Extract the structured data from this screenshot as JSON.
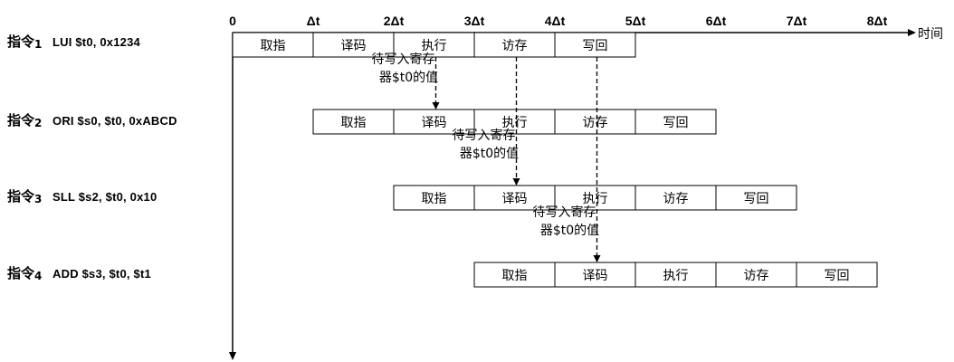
{
  "time_axis": {
    "tick_labels": [
      "0",
      "Δt",
      "2Δt",
      "3Δt",
      "4Δt",
      "5Δt",
      "6Δt",
      "7Δt",
      "8Δt"
    ],
    "axis_label": "时间"
  },
  "instructions": [
    {
      "prefix": "指令",
      "index": "1",
      "code": "LUI $t0,  0x1234",
      "start": 0,
      "stages": [
        "取指",
        "译码",
        "执行",
        "访存",
        "写回"
      ]
    },
    {
      "prefix": "指令",
      "index": "2",
      "code": "ORI $s0,  $t0,  0xABCD",
      "start": 1,
      "stages": [
        "取指",
        "译码",
        "执行",
        "访存",
        "写回"
      ]
    },
    {
      "prefix": "指令",
      "index": "3",
      "code": "SLL $s2,  $t0,  0x10",
      "start": 2,
      "stages": [
        "取指",
        "译码",
        "执行",
        "访存",
        "写回"
      ]
    },
    {
      "prefix": "指令",
      "index": "4",
      "code": "ADD $s3,  $t0,  $t1",
      "start": 3,
      "stages": [
        "取指",
        "译码",
        "执行",
        "访存",
        "写回"
      ]
    }
  ],
  "dependency_notes": [
    {
      "line1": "待写入寄存",
      "line2": "器$t0的值"
    },
    {
      "line1": "待写入寄存",
      "line2": "器$t0的值"
    },
    {
      "line1": "待写入寄存",
      "line2": "器$t0的值"
    }
  ],
  "dependencies": [
    {
      "from_row": 0,
      "from_cycle": 2,
      "to_row": 1,
      "to_cycle": 2
    },
    {
      "from_row": 0,
      "from_cycle": 3,
      "to_row": 2,
      "to_cycle": 3
    },
    {
      "from_row": 0,
      "from_cycle": 4,
      "to_row": 3,
      "to_cycle": 4
    }
  ]
}
